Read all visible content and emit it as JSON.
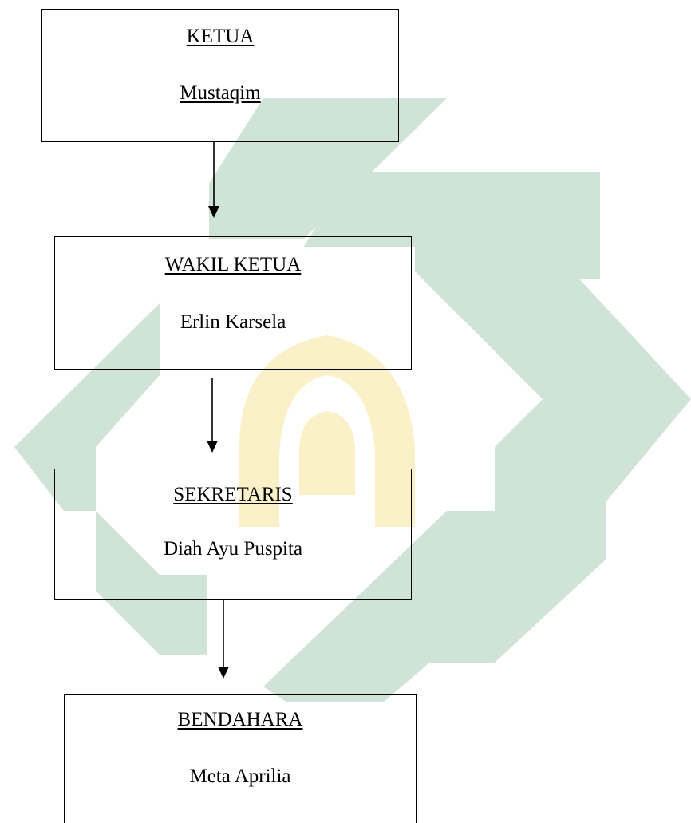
{
  "org_chart": {
    "positions": [
      {
        "role": "KETUA",
        "name": "Mustaqim"
      },
      {
        "role": "WAKIL KETUA",
        "name": "Erlin Karsela"
      },
      {
        "role": "SEKRETARIS",
        "name": "Diah Ayu Puspita"
      },
      {
        "role": "BENDAHARA",
        "name": "Meta Aprilia"
      }
    ]
  },
  "watermark": {
    "icon": "university-logo-watermark",
    "primary_color": "#cfe3d6",
    "accent_color": "#fbf1c8"
  },
  "colors": {
    "box_border": "#000000",
    "text": "#000000",
    "background": "#ffffff"
  }
}
